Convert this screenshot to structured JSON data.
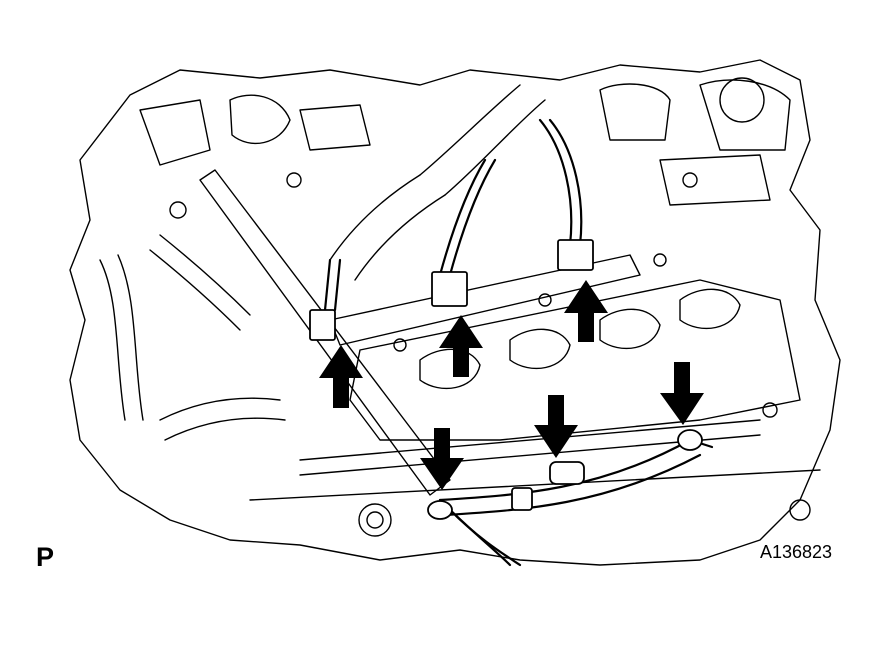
{
  "diagram": {
    "corner_code": "P",
    "figure_id": "A136823",
    "colors": {
      "line": "#000000",
      "background": "#ffffff"
    },
    "arrows": [
      {
        "name": "arrow-up-left-connector",
        "direction": "up"
      },
      {
        "name": "arrow-up-center-connector",
        "direction": "up"
      },
      {
        "name": "arrow-up-right-connector",
        "direction": "up"
      },
      {
        "name": "arrow-down-left-clamp",
        "direction": "down"
      },
      {
        "name": "arrow-down-center-clamp",
        "direction": "down"
      },
      {
        "name": "arrow-down-right-clamp",
        "direction": "down"
      }
    ]
  }
}
